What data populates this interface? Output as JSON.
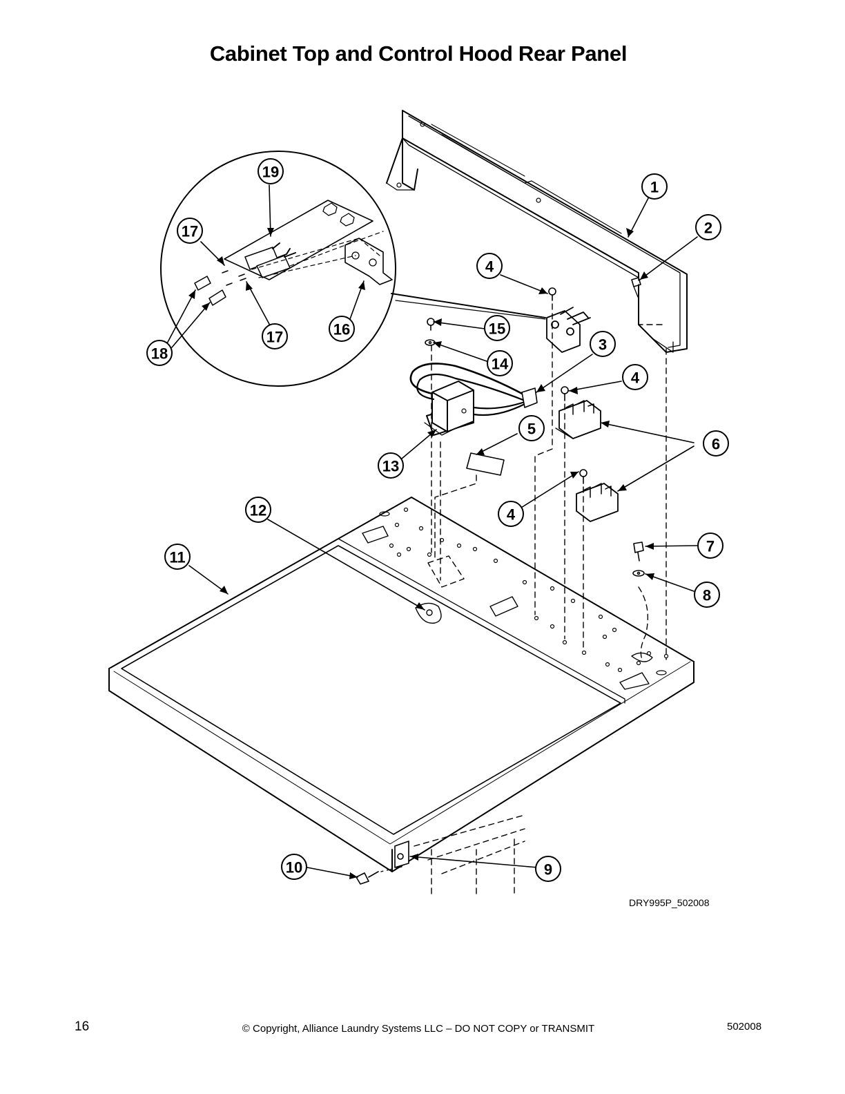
{
  "page": {
    "title": "Cabinet Top and Control Hood Rear Panel",
    "drawing_code": "DRY995P_502008",
    "page_number": "16",
    "copyright": "© Copyright, Alliance Laundry Systems LLC – DO NOT COPY or TRANSMIT",
    "doc_number": "502008"
  },
  "callouts": [
    "1",
    "2",
    "3",
    "4",
    "4",
    "4",
    "5",
    "6",
    "7",
    "8",
    "9",
    "10",
    "11",
    "12",
    "13",
    "14",
    "15",
    "16",
    "17",
    "17",
    "18",
    "19"
  ]
}
